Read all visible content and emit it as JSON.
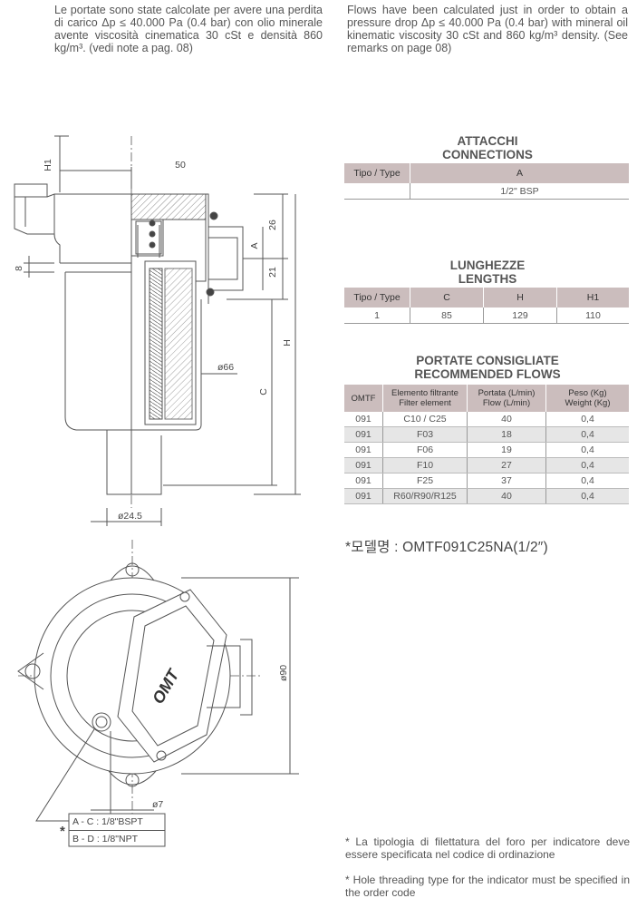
{
  "intro": {
    "it": "Le portate sono state calcolate per avere una perdita di carico Δp ≤ 40.000 Pa (0.4 bar) con olio minerale avente viscosità cinematica 30 cSt e densità 860 kg/m³. (vedi note a pag. 08)",
    "en": "Flows have been calculated just in order to obtain a pressure drop Δp ≤ 40.000 Pa (0.4 bar) with mineral oil kinematic viscosity 30 cSt and 860 kg/m³ density. (See remarks on page 08)"
  },
  "connections": {
    "title_it": "ATTACCHI",
    "title_en": "CONNECTIONS",
    "headers": [
      "Tipo / Type",
      "A"
    ],
    "rows": [
      [
        "",
        "1/2\" BSP"
      ]
    ]
  },
  "lengths": {
    "title_it": "LUNGHEZZE",
    "title_en": "LENGTHS",
    "headers": [
      "Tipo / Type",
      "C",
      "H",
      "H1"
    ],
    "rows": [
      [
        "1",
        "85",
        "129",
        "110"
      ]
    ]
  },
  "flows": {
    "title_it": "PORTATE CONSIGLIATE",
    "title_en": "RECOMMENDED FLOWS",
    "headers": [
      "OMTF",
      "Elemento filtrante\nFilter element",
      "Portata (L/min)\nFlow (L/min)",
      "Peso (Kg)\nWeight (Kg)"
    ],
    "rows": [
      [
        "091",
        "C10 / C25",
        "40",
        "0,4"
      ],
      [
        "091",
        "F03",
        "18",
        "0,4"
      ],
      [
        "091",
        "F06",
        "19",
        "0,4"
      ],
      [
        "091",
        "F10",
        "27",
        "0,4"
      ],
      [
        "091",
        "F25",
        "37",
        "0,4"
      ],
      [
        "091",
        "R60/R90/R125",
        "40",
        "0,4"
      ]
    ]
  },
  "model": "*모델명 : OMTF091C25NA(1/2″)",
  "notes": {
    "it": "* La tipologia di filettatura del foro per indicatore deve essere specificata nel codice di ordinazione",
    "en": "* Hole threading type for the indicator must be specified in the order code"
  },
  "drawing": {
    "dim_50": "50",
    "dim_h1": "H1",
    "dim_8": "8",
    "dim_26": "26",
    "dim_a": "A",
    "dim_21": "21",
    "dim_h": "H",
    "dim_c": "C",
    "dim_66": "ø66",
    "dim_245": "ø24.5",
    "dim_90": "ø90",
    "dim_7": "ø7",
    "logo": "OMT",
    "legend_star": "*",
    "legend": [
      "A - C : 1/8\"BSPT",
      "B - D : 1/8\"NPT"
    ]
  }
}
